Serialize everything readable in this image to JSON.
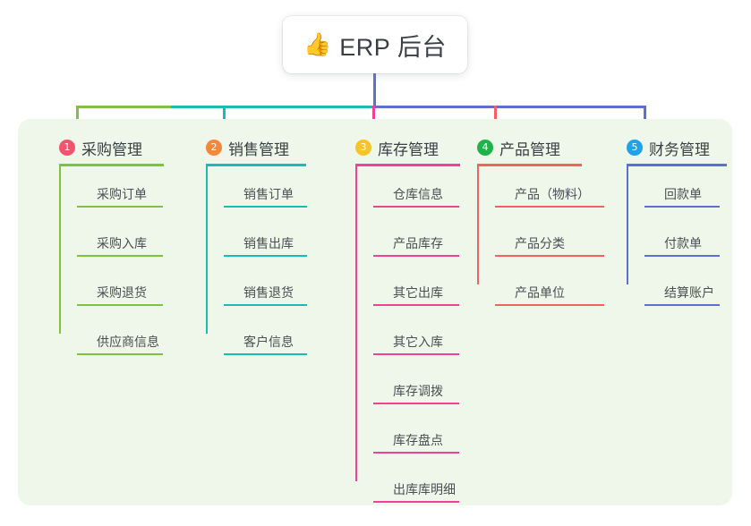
{
  "root": {
    "icon": "thumbs-up-emoji",
    "emoji": "👍",
    "title": "ERP 后台"
  },
  "panel": {
    "background": "#eef7e9"
  },
  "columns": [
    {
      "index": "1",
      "title": "采购管理",
      "badge_color": "#f2536d",
      "line_color": "#7fc241",
      "items": [
        {
          "label": "采购订单"
        },
        {
          "label": "采购入库"
        },
        {
          "label": "采购退货"
        },
        {
          "label": "供应商信息"
        }
      ]
    },
    {
      "index": "2",
      "title": "销售管理",
      "badge_color": "#f5873b",
      "line_color": "#17bdb4",
      "items": [
        {
          "label": "销售订单"
        },
        {
          "label": "销售出库"
        },
        {
          "label": "销售退货"
        },
        {
          "label": "客户信息"
        }
      ]
    },
    {
      "index": "3",
      "title": "库存管理",
      "badge_color": "#f6c426",
      "line_color": "#ef4292",
      "items": [
        {
          "label": "仓库信息"
        },
        {
          "label": "产品库存"
        },
        {
          "label": "其它出库"
        },
        {
          "label": "其它入库"
        },
        {
          "label": "库存调拨"
        },
        {
          "label": "库存盘点"
        },
        {
          "label": "出库库明细"
        }
      ]
    },
    {
      "index": "4",
      "title": "产品管理",
      "badge_color": "#22b24c",
      "line_color": "#f4615e",
      "items": [
        {
          "label": "产品（物料）"
        },
        {
          "label": "产品分类"
        },
        {
          "label": "产品单位"
        }
      ]
    },
    {
      "index": "5",
      "title": "财务管理",
      "badge_color": "#1fa2e8",
      "line_color": "#5b6fd4",
      "items": [
        {
          "label": "回款单"
        },
        {
          "label": "付款单"
        },
        {
          "label": "结算账户"
        }
      ]
    }
  ],
  "connectors": {
    "root_stem_color": "#5b6fd4",
    "bus_segments": [
      {
        "color": "#7fc241"
      },
      {
        "color": "#17bdb4"
      },
      {
        "color": "#5b6fd4"
      },
      {
        "color": "#5b6fd4"
      }
    ]
  }
}
